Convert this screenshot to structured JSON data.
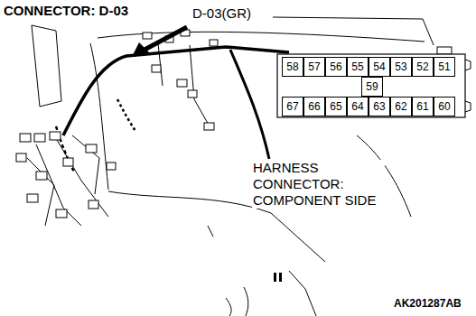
{
  "diagram": {
    "title": "CONNECTOR: D-03",
    "nodes": [
      {
        "text": [
          "58"
        ]
      },
      {
        "text": [
          "57"
        ]
      },
      {
        "text": [
          "56"
        ]
      },
      {
        "text": [
          "55"
        ]
      },
      {
        "text": [
          "54"
        ]
      },
      {
        "text": [
          "53"
        ]
      },
      {
        "text": [
          "52"
        ]
      },
      {
        "text": [
          "51"
        ]
      },
      {
        "text": [
          "59"
        ]
      },
      {
        "text": [
          "67"
        ]
      },
      {
        "text": [
          "66"
        ]
      },
      {
        "text": [
          "65"
        ]
      },
      {
        "text": [
          "64"
        ]
      },
      {
        "text": [
          "63"
        ]
      },
      {
        "text": [
          "62"
        ]
      },
      {
        "text": [
          "61"
        ]
      },
      {
        "text": [
          "60"
        ]
      }
    ],
    "labels": [
      "D-03(GR)",
      "HARNESS CONNECTOR: COMPONENT SIDE",
      "AK201287AB"
    ]
  }
}
